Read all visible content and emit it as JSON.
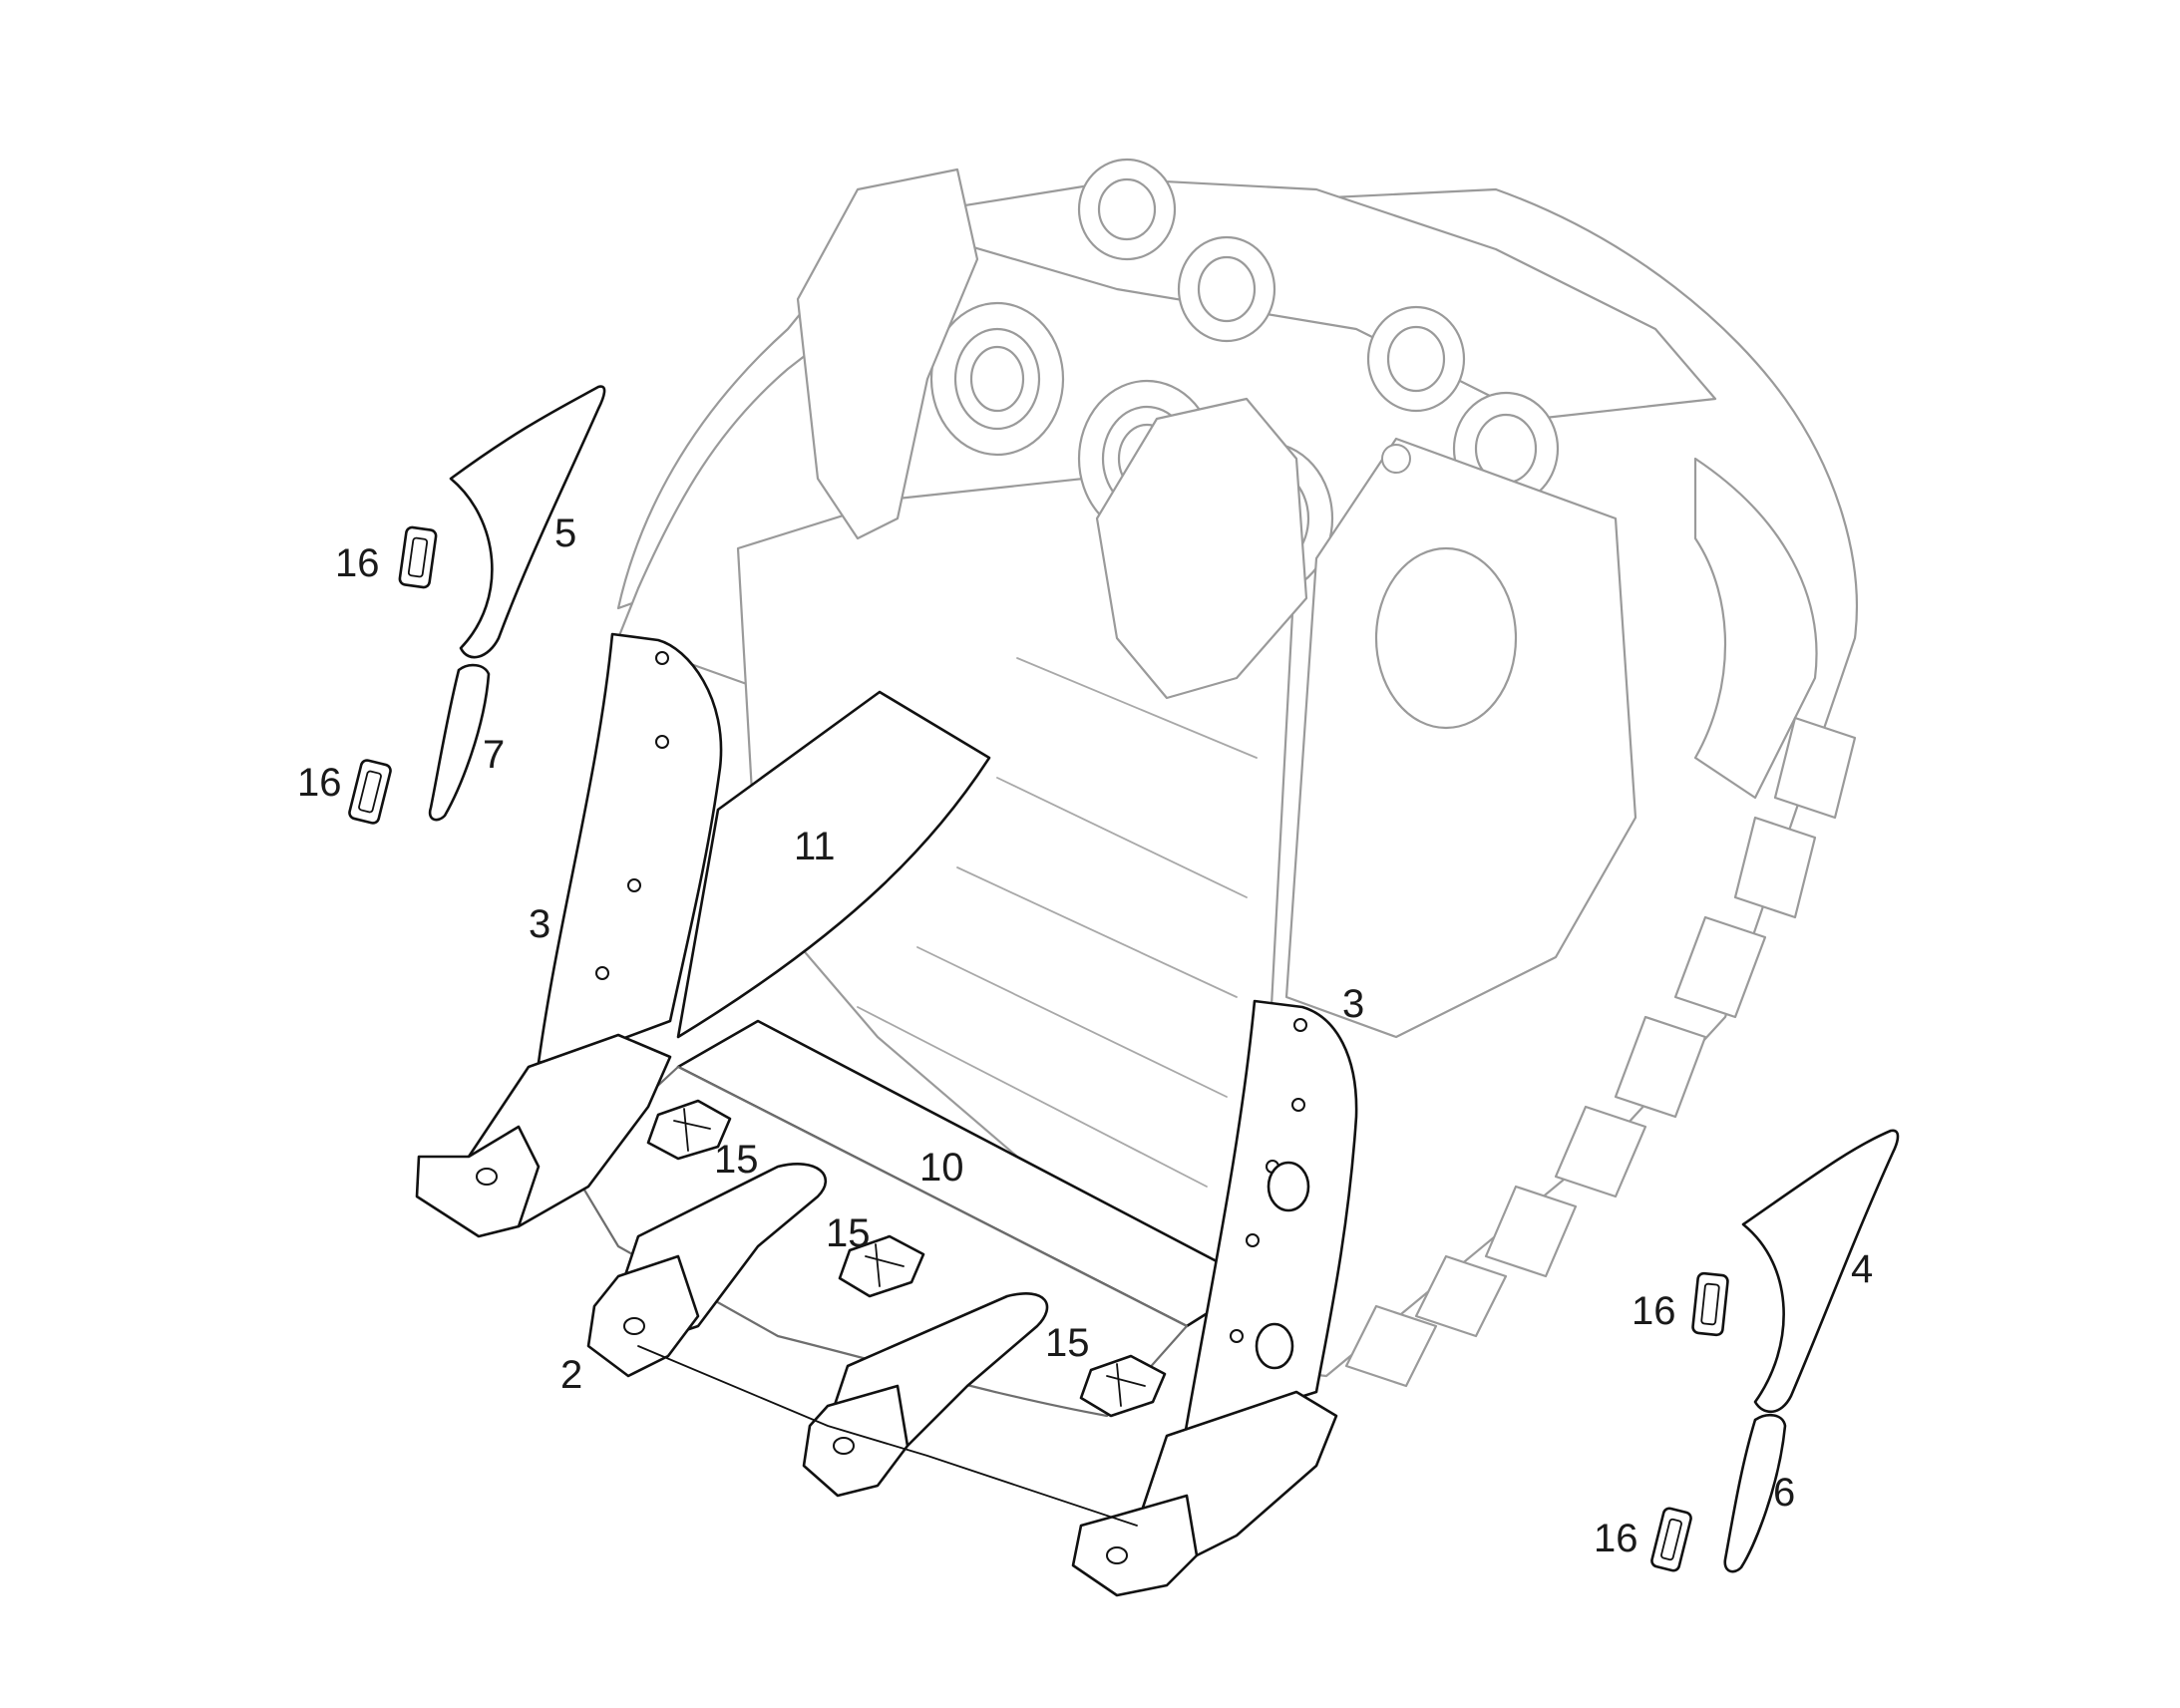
{
  "callouts": {
    "part_16_a": "16",
    "part_5": "5",
    "part_16_b": "16",
    "part_7": "7",
    "part_11": "11",
    "part_3_left": "3",
    "part_3_right": "3",
    "part_15_a": "15",
    "part_10": "10",
    "part_15_b": "15",
    "part_2": "2",
    "part_15_c": "15",
    "part_4": "4",
    "part_16_c": "16",
    "part_6": "6",
    "part_16_d": "16"
  },
  "colors": {
    "background": "#ffffff",
    "highlight_parts": "#111111",
    "bucket_body": "#9a9a9a"
  }
}
